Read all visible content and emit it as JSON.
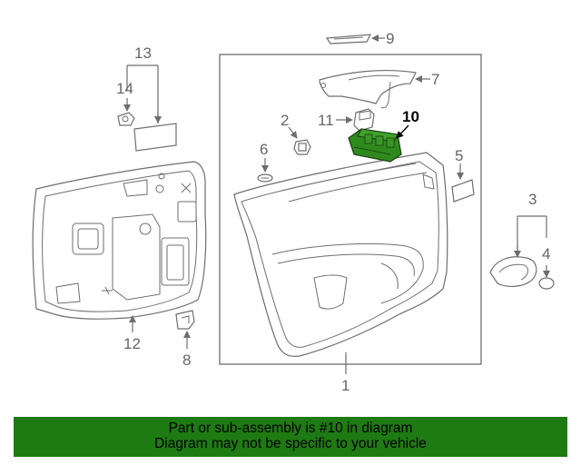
{
  "callouts": {
    "c1": "1",
    "c2": "2",
    "c3": "3",
    "c4": "4",
    "c5": "5",
    "c6": "6",
    "c7": "7",
    "c8": "8",
    "c9": "9",
    "c10": "10",
    "c11": "11",
    "c12": "12",
    "c13": "13",
    "c14": "14"
  },
  "highlight_color": "#2f8a1e",
  "banner": {
    "line1": "Part or sub-assembly is #10 in diagram",
    "line2": "Diagram may not be specific to your vehicle",
    "background": "#1e7a12"
  }
}
